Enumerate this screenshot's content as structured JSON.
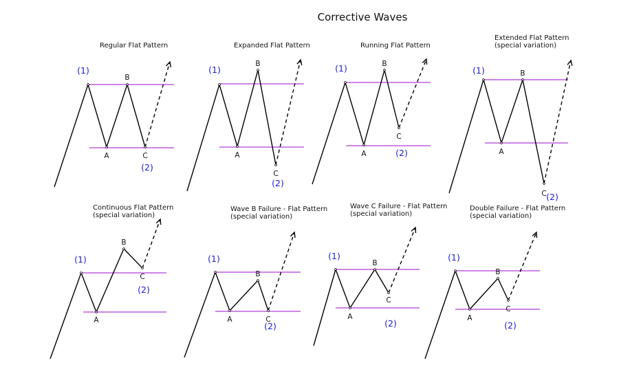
{
  "title": "Corrective Waves",
  "colors": {
    "support_resistance_line": "#b23bd6",
    "wave_number_label": "#1a1ad6",
    "wave_line": "#000000"
  },
  "labels": {
    "wave1": "(1)",
    "wave2": "(2)",
    "a": "A",
    "b": "B",
    "c": "C"
  },
  "panels": [
    {
      "id": "regular",
      "title": [
        "Regular Flat Pattern"
      ]
    },
    {
      "id": "expanded",
      "title": [
        "Expanded Flat Pattern"
      ]
    },
    {
      "id": "running",
      "title": [
        "Running Flat Pattern"
      ]
    },
    {
      "id": "extended",
      "title": [
        "Extended Flat Pattern",
        "(special variation)"
      ]
    },
    {
      "id": "continuous",
      "title": [
        "Continuous Flat Pattern",
        "(special variation)"
      ]
    },
    {
      "id": "wave-b-failure",
      "title": [
        "Wave B Failure - Flat Pattern",
        "(special variation)"
      ]
    },
    {
      "id": "wave-c-failure",
      "title": [
        "Wave C Failure - Flat Pattern",
        "(special variation)"
      ]
    },
    {
      "id": "double-failure",
      "title": [
        "Double Failure - Flat Pattern",
        "(special variation)"
      ]
    }
  ]
}
